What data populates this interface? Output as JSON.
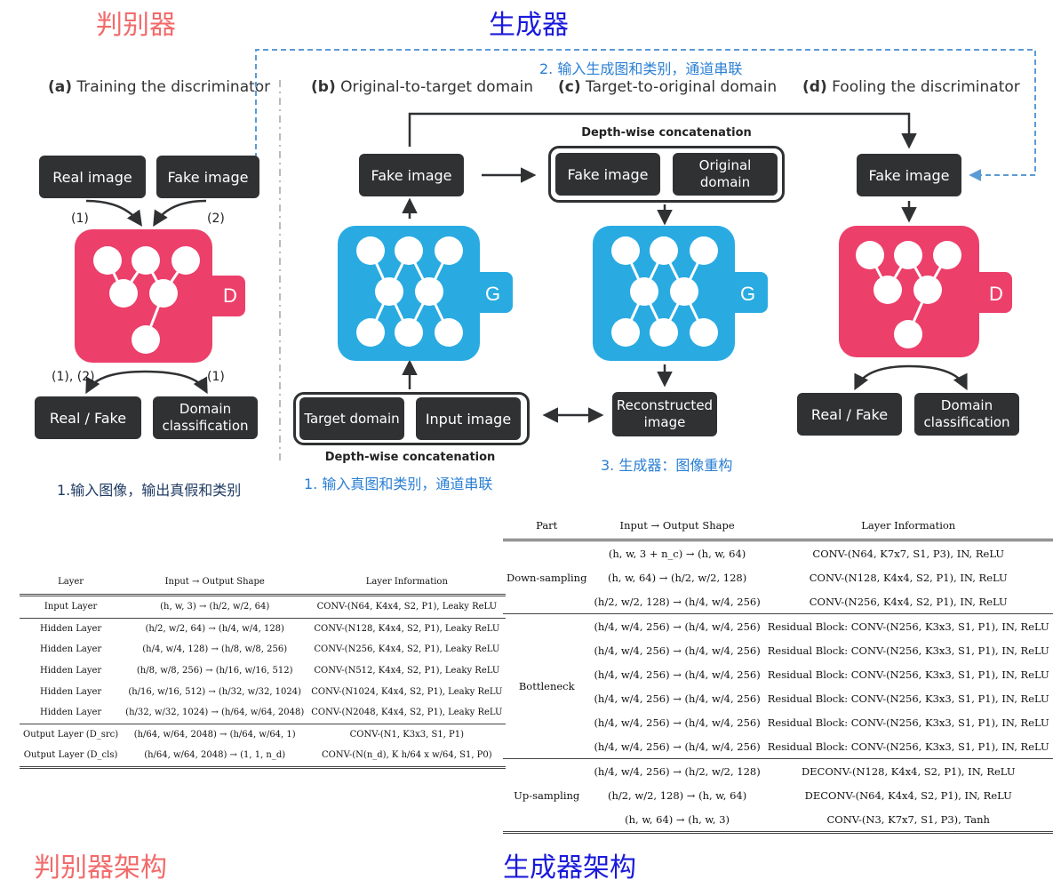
{
  "headers": {
    "discriminator": "判别器",
    "generator": "生成器",
    "discriminator_arch": "判别器架构",
    "generator_arch": "生成器架构"
  },
  "annotations": {
    "step2": "2. 输入生成图和类别，通道串联",
    "step1_gen": "1. 输入真图和类别，通道串联",
    "step3": "3. 生成器：图像重构",
    "step1_disc": "1.输入图像，输出真假和类别"
  },
  "panels": {
    "a": {
      "letter": "(a)",
      "title": "Training the discriminator"
    },
    "b": {
      "letter": "(b)",
      "title": "Original-to-target domain"
    },
    "c": {
      "letter": "(c)",
      "title": "Target-to-original domain"
    },
    "d": {
      "letter": "(d)",
      "title": "Fooling the discriminator"
    }
  },
  "boxes": {
    "real_image": "Real image",
    "fake_image": "Fake image",
    "real_fake": "Real / Fake",
    "domain_classification": "Domain classification",
    "target_domain": "Target domain",
    "input_image": "Input image",
    "original_domain": "Original domain",
    "reconstructed_image": "Reconstructed image",
    "depthwise_concat": "Depth-wise concatenation"
  },
  "nets": {
    "D": "D",
    "G": "G",
    "colors": {
      "discriminator": "#ec3f6a",
      "generator": "#29abe2",
      "box": "#2f3133",
      "dashed_arrow": "#5b9bd5"
    }
  },
  "edge_labels": {
    "one": "(1)",
    "two": "(2)",
    "one_two": "(1), (2)"
  },
  "disc_table": {
    "columns": [
      "Layer",
      "Input → Output Shape",
      "Layer Information"
    ],
    "rows": [
      {
        "layer": "Input Layer",
        "shape": "(h, w, 3) → (h/2, w/2, 64)",
        "info": "CONV-(N64, K4x4, S2, P1), Leaky ReLU"
      },
      {
        "layer": "Hidden Layer",
        "shape": "(h/2, w/2, 64) → (h/4, w/4, 128)",
        "info": "CONV-(N128, K4x4, S2, P1), Leaky ReLU"
      },
      {
        "layer": "Hidden Layer",
        "shape": "(h/4, w/4, 128) → (h/8, w/8, 256)",
        "info": "CONV-(N256, K4x4, S2, P1), Leaky ReLU"
      },
      {
        "layer": "Hidden Layer",
        "shape": "(h/8, w/8, 256) → (h/16, w/16, 512)",
        "info": "CONV-(N512, K4x4, S2, P1), Leaky ReLU"
      },
      {
        "layer": "Hidden Layer",
        "shape": "(h/16, w/16, 512) → (h/32, w/32, 1024)",
        "info": "CONV-(N1024, K4x4, S2, P1), Leaky ReLU"
      },
      {
        "layer": "Hidden Layer",
        "shape": "(h/32, w/32, 1024) → (h/64, w/64, 2048)",
        "info": "CONV-(N2048, K4x4, S2, P1), Leaky ReLU"
      },
      {
        "layer": "Output Layer (D_src)",
        "shape": "(h/64, w/64, 2048) → (h/64, w/64, 1)",
        "info": "CONV-(N1, K3x3, S1, P1)"
      },
      {
        "layer": "Output Layer (D_cls)",
        "shape": "(h/64, w/64, 2048) → (1, 1, n_d)",
        "info": "CONV-(N(n_d), K h/64 x w/64, S1, P0)"
      }
    ]
  },
  "gen_table": {
    "columns": [
      "Part",
      "Input → Output Shape",
      "Layer Information"
    ],
    "groups": [
      {
        "part": "Down-sampling",
        "rows": [
          {
            "shape": "(h, w, 3 + n_c) → (h, w, 64)",
            "info": "CONV-(N64, K7x7, S1, P3), IN, ReLU"
          },
          {
            "shape": "(h, w, 64) → (h/2, w/2, 128)",
            "info": "CONV-(N128, K4x4, S2, P1), IN, ReLU"
          },
          {
            "shape": "(h/2, w/2, 128) → (h/4, w/4, 256)",
            "info": "CONV-(N256, K4x4, S2, P1), IN, ReLU"
          }
        ]
      },
      {
        "part": "Bottleneck",
        "rows": [
          {
            "shape": "(h/4, w/4, 256) → (h/4, w/4, 256)",
            "info": "Residual Block: CONV-(N256, K3x3, S1, P1), IN, ReLU"
          },
          {
            "shape": "(h/4, w/4, 256) → (h/4, w/4, 256)",
            "info": "Residual Block: CONV-(N256, K3x3, S1, P1), IN, ReLU"
          },
          {
            "shape": "(h/4, w/4, 256) → (h/4, w/4, 256)",
            "info": "Residual Block: CONV-(N256, K3x3, S1, P1), IN, ReLU"
          },
          {
            "shape": "(h/4, w/4, 256) → (h/4, w/4, 256)",
            "info": "Residual Block: CONV-(N256, K3x3, S1, P1), IN, ReLU"
          },
          {
            "shape": "(h/4, w/4, 256) → (h/4, w/4, 256)",
            "info": "Residual Block: CONV-(N256, K3x3, S1, P1), IN, ReLU"
          },
          {
            "shape": "(h/4, w/4, 256) → (h/4, w/4, 256)",
            "info": "Residual Block: CONV-(N256, K3x3, S1, P1), IN, ReLU"
          }
        ]
      },
      {
        "part": "Up-sampling",
        "rows": [
          {
            "shape": "(h/4, w/4, 256) → (h/2, w/2, 128)",
            "info": "DECONV-(N128, K4x4, S2, P1), IN, ReLU"
          },
          {
            "shape": "(h/2, w/2, 128) → (h, w, 64)",
            "info": "DECONV-(N64, K4x4, S2, P1), IN, ReLU"
          },
          {
            "shape": "(h, w, 64) → (h, w, 3)",
            "info": "CONV-(N3, K7x7, S1, P3), Tanh"
          }
        ]
      }
    ]
  }
}
